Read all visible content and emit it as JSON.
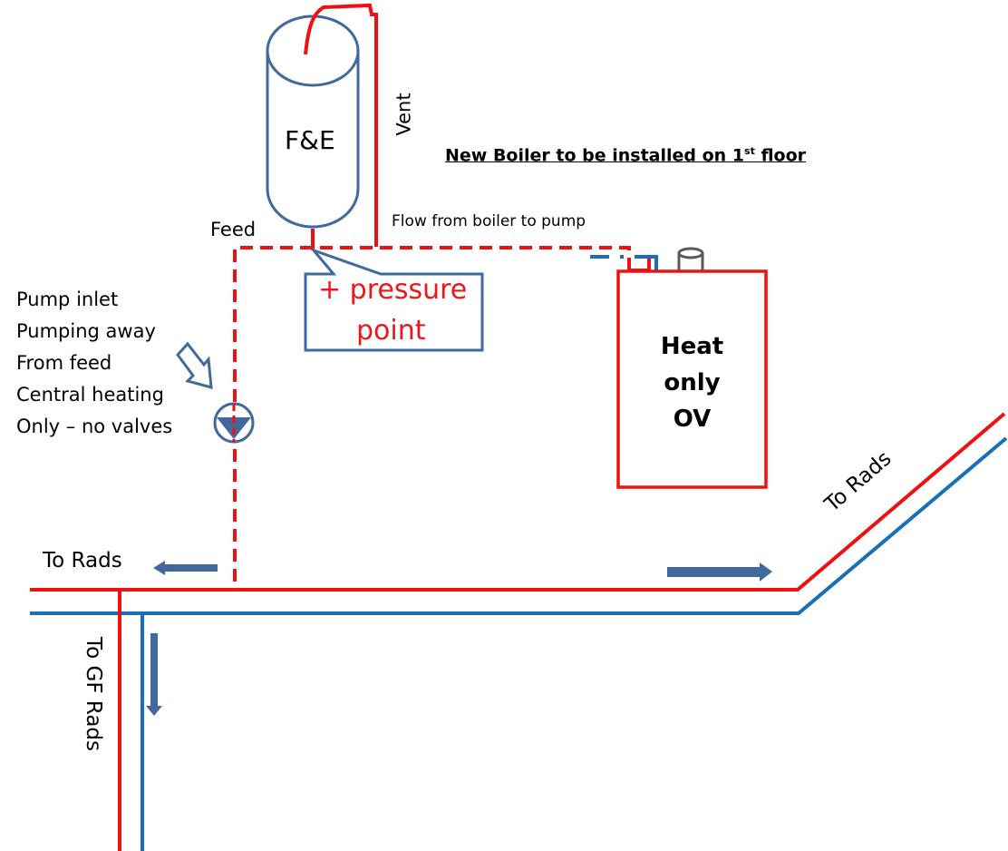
{
  "title": "New Boiler to be installed on 1st floor",
  "title_parts": {
    "main": "New Boiler to be installed on 1",
    "sup": "st",
    "tail": " floor"
  },
  "tank": {
    "label": "F&E"
  },
  "vent_label": "Vent",
  "feed_label": "Feed",
  "flow_label": "Flow from boiler to pump",
  "callout": {
    "line1": "+ pressure",
    "line2": "point"
  },
  "pump_notes": [
    "Pump inlet",
    "Pumping away",
    "From feed",
    "Central heating",
    "Only – no valves"
  ],
  "boiler": {
    "line1": "Heat",
    "line2": "only",
    "line3": "OV"
  },
  "to_rads_left": "To Rads",
  "to_rads_right": "To Rads",
  "to_gf_rads": "To GF Rads",
  "colors": {
    "flow_pipe": "#ee1111",
    "return_pipe": "#1a70b8",
    "outline": "#41699b",
    "arrow_fill": "#41699b",
    "callout_text": "#e8181d",
    "vessel": "#5a5a5a"
  }
}
